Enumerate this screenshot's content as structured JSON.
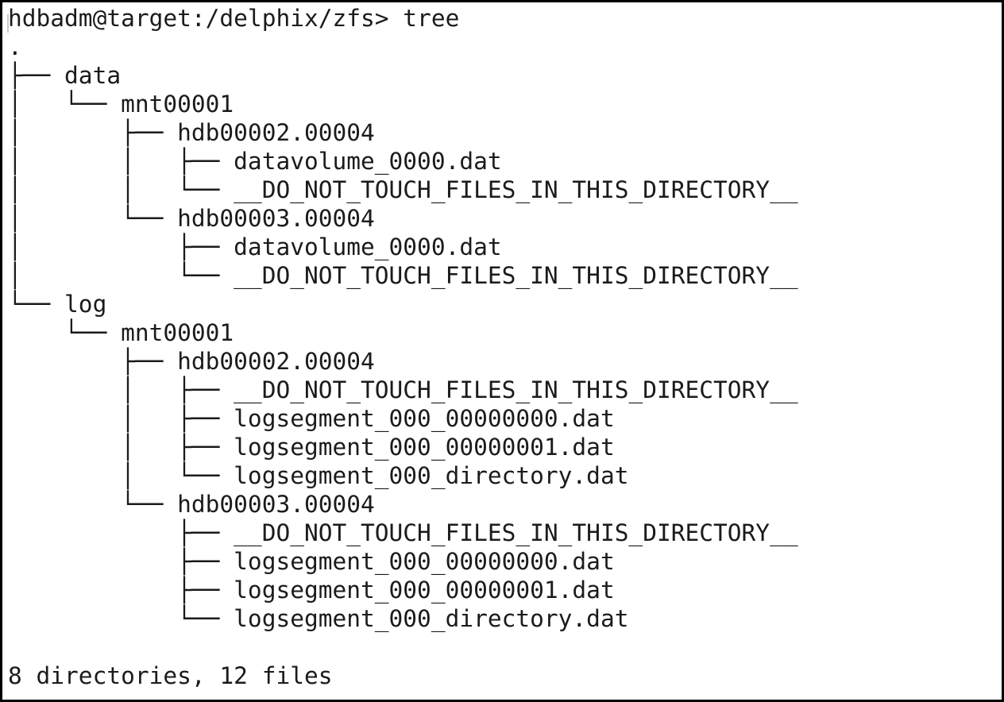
{
  "terminal": {
    "prompt_line": "hdbadm@target:/delphix/zfs> tree",
    "prompt": {
      "user": "hdbadm",
      "host": "target",
      "cwd": "/delphix/zfs",
      "command": "tree"
    },
    "tree_lines": [
      ".",
      "├── data",
      "│   └── mnt00001",
      "│       ├── hdb00002.00004",
      "│       │   ├── datavolume_0000.dat",
      "│       │   └── __DO_NOT_TOUCH_FILES_IN_THIS_DIRECTORY__",
      "│       └── hdb00003.00004",
      "│           ├── datavolume_0000.dat",
      "│           └── __DO_NOT_TOUCH_FILES_IN_THIS_DIRECTORY__",
      "└── log",
      "    └── mnt00001",
      "        ├── hdb00002.00004",
      "        │   ├── __DO_NOT_TOUCH_FILES_IN_THIS_DIRECTORY__",
      "        │   ├── logsegment_000_00000000.dat",
      "        │   ├── logsegment_000_00000001.dat",
      "        │   └── logsegment_000_directory.dat",
      "        └── hdb00003.00004",
      "            ├── __DO_NOT_TOUCH_FILES_IN_THIS_DIRECTORY__",
      "            ├── logsegment_000_00000000.dat",
      "            ├── logsegment_000_00000001.dat",
      "            └── logsegment_000_directory.dat",
      ""
    ],
    "summary": "8 directories, 12 files",
    "counts": {
      "directories": 8,
      "files": 12
    },
    "filesystem": {
      "root": ".",
      "data/mnt00001/hdb00002.00004": [
        "datavolume_0000.dat",
        "__DO_NOT_TOUCH_FILES_IN_THIS_DIRECTORY__"
      ],
      "data/mnt00001/hdb00003.00004": [
        "datavolume_0000.dat",
        "__DO_NOT_TOUCH_FILES_IN_THIS_DIRECTORY__"
      ],
      "log/mnt00001/hdb00002.00004": [
        "__DO_NOT_TOUCH_FILES_IN_THIS_DIRECTORY__",
        "logsegment_000_00000000.dat",
        "logsegment_000_00000001.dat",
        "logsegment_000_directory.dat"
      ],
      "log/mnt00001/hdb00003.00004": [
        "__DO_NOT_TOUCH_FILES_IN_THIS_DIRECTORY__",
        "logsegment_000_00000000.dat",
        "logsegment_000_00000001.dat",
        "logsegment_000_directory.dat"
      ]
    },
    "colors": {
      "background": "#ffffff",
      "text": "#1b1b1d",
      "border": "#000000",
      "cursor": "#c9c9c9"
    }
  }
}
